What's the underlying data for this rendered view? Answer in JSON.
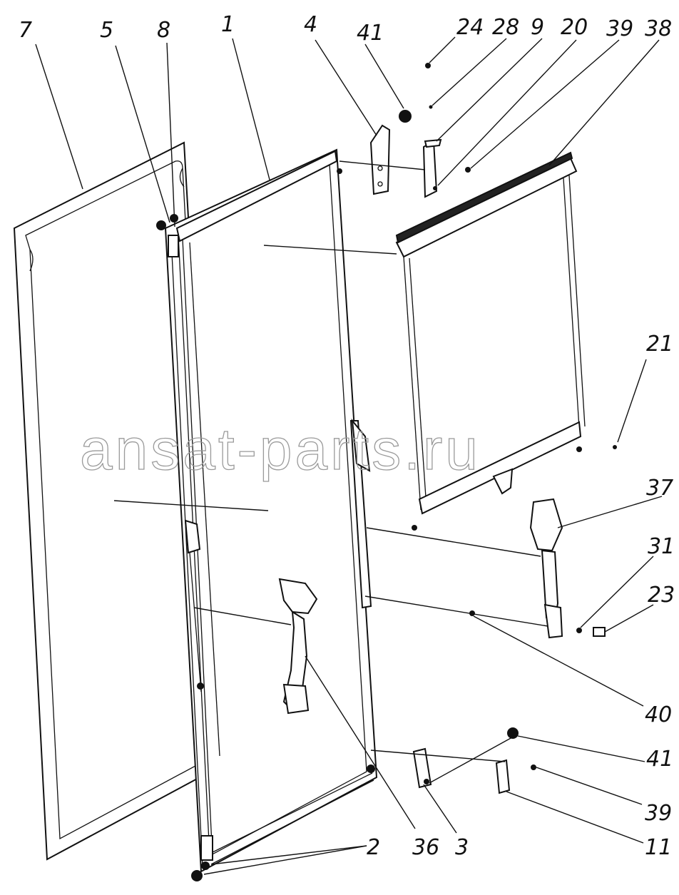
{
  "diagram": {
    "watermark": "ansat-parts.ru",
    "callouts": [
      "7",
      "5",
      "8",
      "1",
      "4",
      "41",
      "24",
      "28",
      "9",
      "20",
      "39",
      "38",
      "21",
      "37",
      "31",
      "23",
      "40",
      "41",
      "39",
      "11",
      "2",
      "36",
      "3"
    ]
  }
}
